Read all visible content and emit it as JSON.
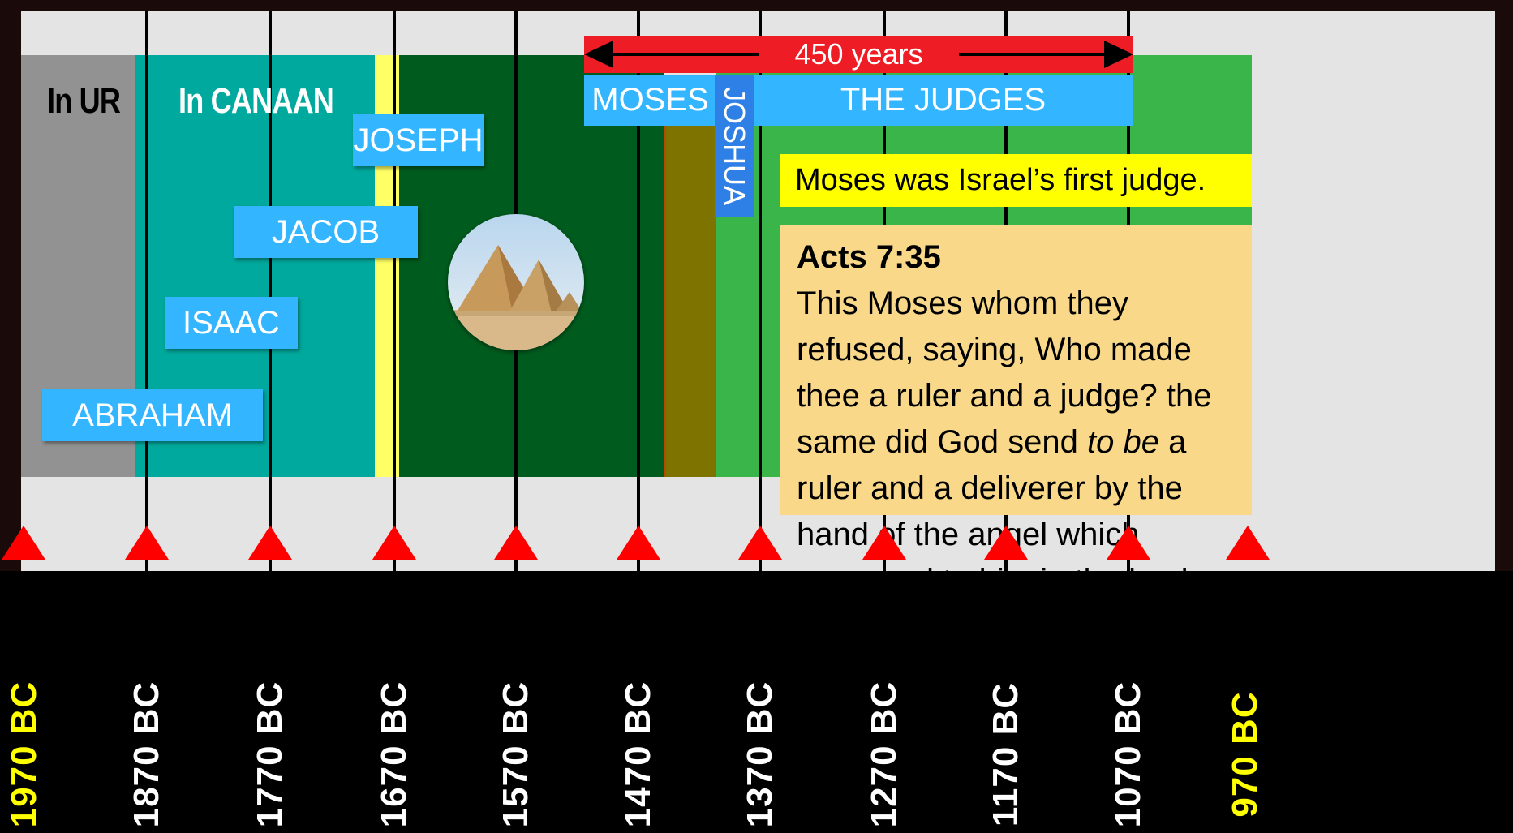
{
  "regions": {
    "ur_label": "In UR",
    "canaan_label": "In CANAAN"
  },
  "people": {
    "abraham": "ABRAHAM",
    "isaac": "ISAAC",
    "jacob": "JACOB",
    "joseph": "JOSEPH",
    "moses": "MOSES",
    "joshua": "JOSHUA",
    "judges": "THE JUDGES"
  },
  "span_label": "450 years",
  "callout": "Moses was Israel’s first judge.",
  "quote": {
    "reference": "Acts 7:35",
    "text_part1": "This Moses whom they refused, saying, Who made thee a ruler and a judge? the same did God send ",
    "text_italic": "to be",
    "text_part2": " a ruler and a deliverer by the hand of the angel which appeared to him in the bush."
  },
  "years": [
    "1970 BC",
    "1870 BC",
    "1770 BC",
    "1670 BC",
    "1570 BC",
    "1470 BC",
    "1370 BC",
    "1270 BC",
    "1170 BC",
    "1070 BC",
    "970 BC"
  ],
  "icons": {
    "pyramids": "pyramids-image",
    "markers": "triangle-marker"
  },
  "colors": {
    "ur": "#929292",
    "canaan": "#00a99d",
    "joseph_era": "#ffff66",
    "egypt": "#005c1e",
    "wilderness": "#7f7300",
    "judges_era": "#39b54a",
    "label_blue": "#33b6ff",
    "joshua_blue": "#2e7fe6",
    "span_red": "#ee1c25",
    "callout_yellow": "#ffff00",
    "quote_bg": "#f9d889",
    "marker_red": "#ff0000",
    "edge_year": "#ffff00"
  }
}
